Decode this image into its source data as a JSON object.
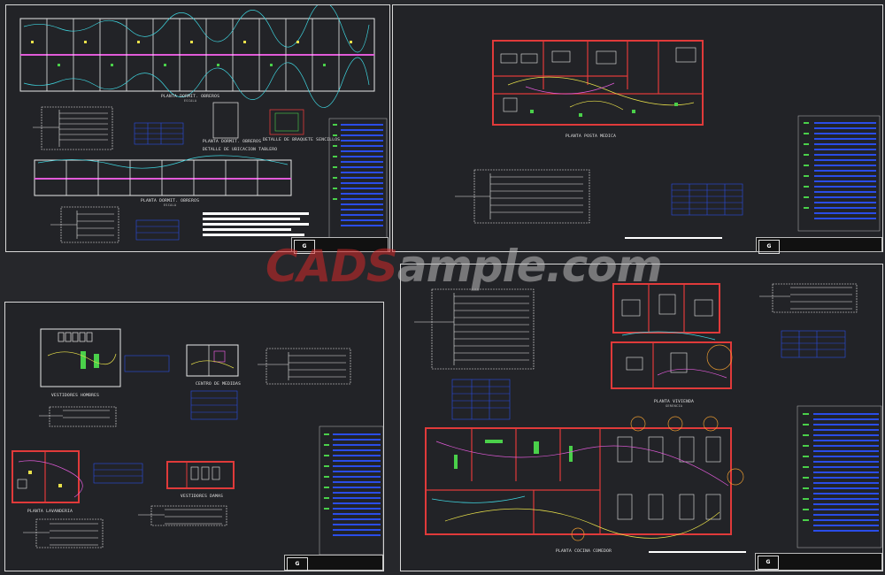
{
  "watermark": {
    "part1": "CADS",
    "part2": "ample.com"
  },
  "sheet1": {
    "plan_top": {
      "title": "PLANTA DORMIT. OBREROS",
      "sub": "ESCALA"
    },
    "plan_bottom": {
      "title": "PLANTA DORMIT. OBREROS",
      "sub": "ESCALA"
    },
    "detail_plan": {
      "title": "PLANTA DORMIT. OBREROS"
    },
    "detail_tablero": {
      "title": "DETALLE DE UBICACION TABLERO"
    },
    "detail_braquete": {
      "title": "DETALLE DE BRAQUETE SENCILLOS"
    }
  },
  "sheet2": {
    "plan": {
      "title": "PLANTA POSTA MEDICA"
    }
  },
  "sheet3": {
    "vest_hombres": {
      "title": "VESTIDORES HOMBRES"
    },
    "centro_medidas": {
      "title": "CENTRO DE MEDIDAS"
    },
    "lavanderia": {
      "title": "PLANTA LAVANDERIA"
    },
    "vest_damas": {
      "title": "VESTIDORES DAMAS"
    }
  },
  "sheet4": {
    "vivienda": {
      "title": "PLANTA VIVIENDA",
      "sub": "GERENCIA"
    },
    "cocina": {
      "title": "PLANTA COCINA COMEDOR"
    }
  },
  "colors": {
    "wall": "#e03a3a",
    "cyan": "#3fd6e0",
    "magenta": "#e05ad8",
    "yellow": "#e8e04a",
    "blue": "#2a4de8",
    "green": "#4ad04a",
    "orange": "#e89a30"
  }
}
